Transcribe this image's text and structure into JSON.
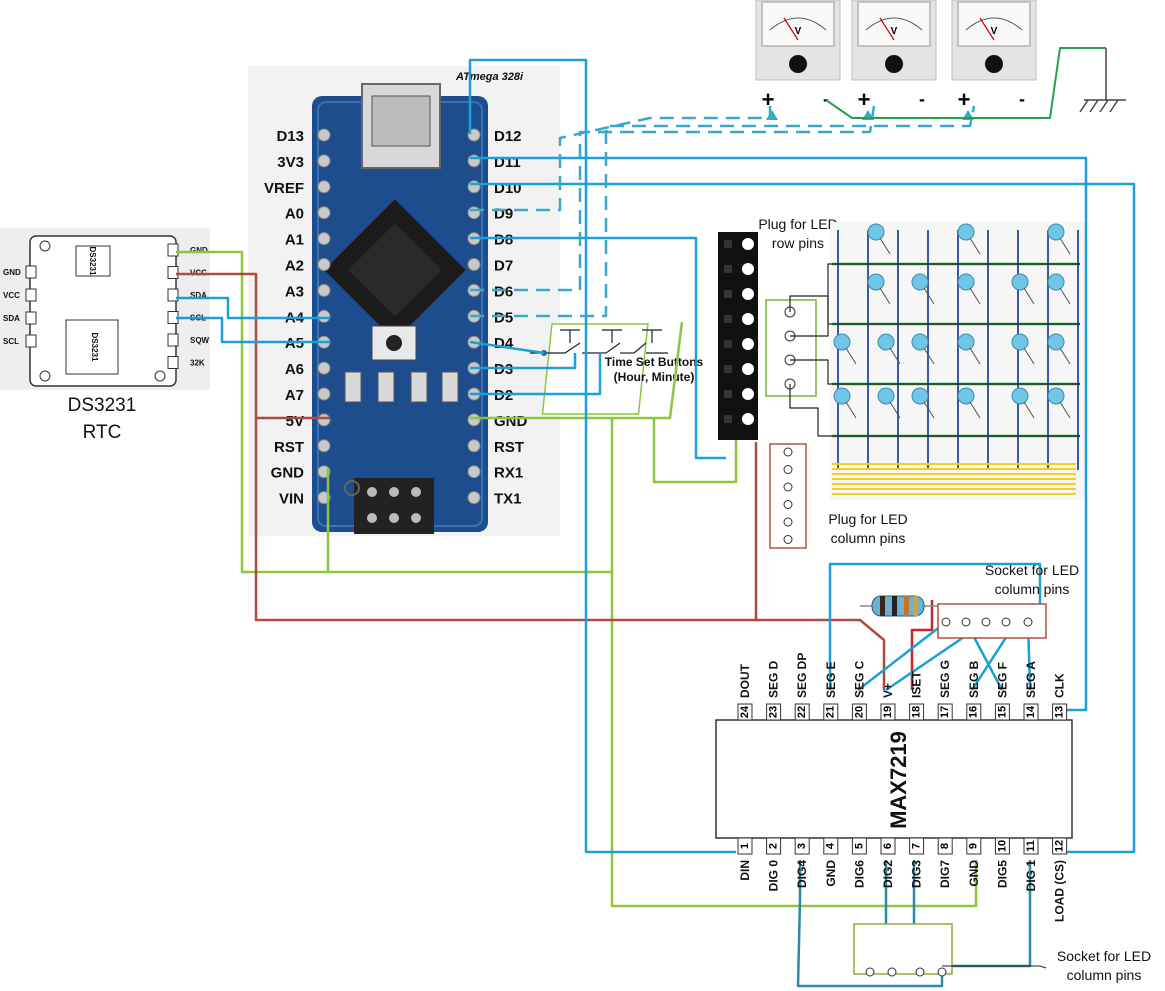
{
  "rtc": {
    "title": "DS3231",
    "subtitle": "RTC",
    "chip_text": "DS3231",
    "left_pins": [
      "GND",
      "VCC",
      "SDA",
      "SCL"
    ],
    "right_pins": [
      "GND",
      "VCC",
      "SDA",
      "SCL",
      "SQW",
      "32K"
    ]
  },
  "arduino": {
    "chip_label": "ATmega 328i",
    "left_pins": [
      "D13",
      "3V3",
      "VREF",
      "A0",
      "A1",
      "A2",
      "A3",
      "A4",
      "A5",
      "A6",
      "A7",
      "5V",
      "RST",
      "GND",
      "VIN"
    ],
    "right_pins": [
      "D12",
      "D11",
      "D10",
      "D9",
      "D8",
      "D7",
      "D6",
      "D5",
      "D4",
      "D3",
      "D2",
      "GND",
      "RST",
      "RX1",
      "TX1"
    ]
  },
  "meters": {
    "unit": "V",
    "plus": "+",
    "minus": "-"
  },
  "buttons": {
    "label_line1": "Time Set Buttons",
    "label_line2": "(Hour, Minute)"
  },
  "plugs": {
    "row_line1": "Plug for LED",
    "row_line2": "row pins",
    "col_line1": "Plug for LED",
    "col_line2": "column pins"
  },
  "sockets": {
    "top_line1": "Socket for LED",
    "top_line2": "column pins",
    "bottom_line1": "Socket for LED",
    "bottom_line2": "column pins"
  },
  "max7219": {
    "name": "MAX7219",
    "top_pins": [
      {
        "num": "24",
        "name": "DOUT"
      },
      {
        "num": "23",
        "name": "SEG D"
      },
      {
        "num": "22",
        "name": "SEG DP"
      },
      {
        "num": "21",
        "name": "SEG E"
      },
      {
        "num": "20",
        "name": "SEG C"
      },
      {
        "num": "19",
        "name": "V+"
      },
      {
        "num": "18",
        "name": "ISET"
      },
      {
        "num": "17",
        "name": "SEG G"
      },
      {
        "num": "16",
        "name": "SEG B"
      },
      {
        "num": "15",
        "name": "SEG F"
      },
      {
        "num": "14",
        "name": "SEG A"
      },
      {
        "num": "13",
        "name": "CLK"
      }
    ],
    "bottom_pins": [
      {
        "num": "1",
        "name": "DIN"
      },
      {
        "num": "2",
        "name": "DIG 0"
      },
      {
        "num": "3",
        "name": "DIG4"
      },
      {
        "num": "4",
        "name": "GND"
      },
      {
        "num": "5",
        "name": "DIG6"
      },
      {
        "num": "6",
        "name": "DIG2"
      },
      {
        "num": "7",
        "name": "DIG3"
      },
      {
        "num": "8",
        "name": "DIG7"
      },
      {
        "num": "9",
        "name": "GND"
      },
      {
        "num": "10",
        "name": "DIG5"
      },
      {
        "num": "11",
        "name": "DIG 1"
      },
      {
        "num": "12",
        "name": "LOAD (CS)"
      }
    ]
  },
  "colors": {
    "blue_wire": "#1aa0d8",
    "dashed_wire": "#3aa8c8",
    "green_wire": "#8cc63f",
    "dark_green_wire": "#22a050",
    "red_wire": "#b04a3c",
    "teal_wire": "#2a8aa8",
    "board_blue": "#1d4d8c",
    "led_blue": "#6fc6e6",
    "matrix_green": "#30b040",
    "matrix_yellow": "#f0d020"
  }
}
